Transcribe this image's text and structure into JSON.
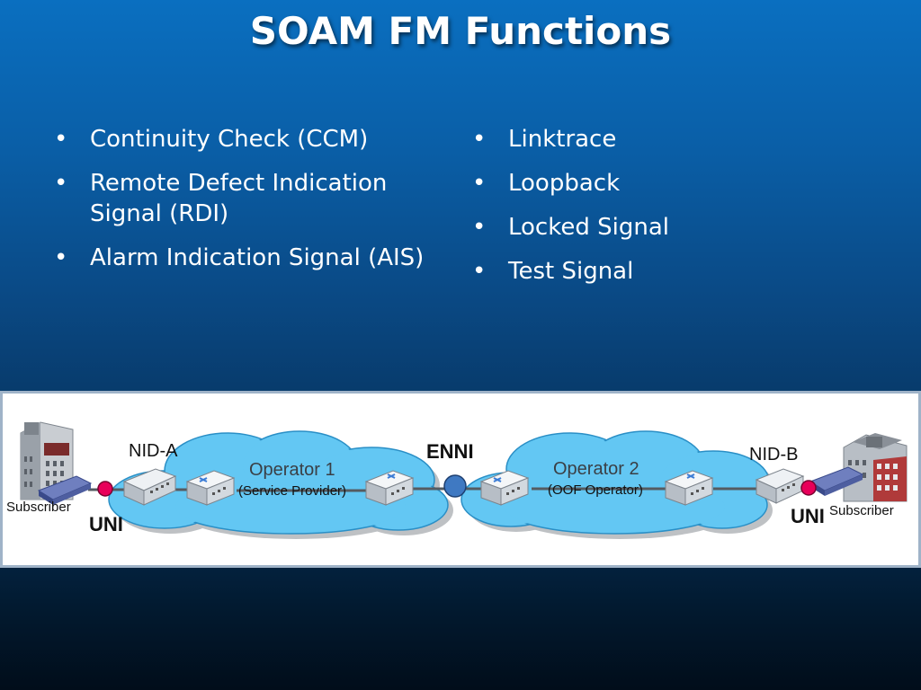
{
  "slide": {
    "title": "SOAM FM Functions",
    "left_bullets": [
      "Continuity Check (CCM)",
      "Remote Defect Indication Signal (RDI)",
      "Alarm Indication Signal (AIS)"
    ],
    "right_bullets": [
      "Linktrace",
      "Loopback",
      "Locked Signal",
      "Test Signal"
    ]
  },
  "diagram": {
    "nid_a": "NID-A",
    "nid_b": "NID-B",
    "enni": "ENNI",
    "uni_left": "UNI",
    "uni_right": "UNI",
    "subscriber_left": "Subscriber",
    "subscriber_right": "Subscriber",
    "operator1_name": "Operator 1",
    "operator1_role": "(Service Provider)",
    "operator2_name": "Operator 2",
    "operator2_role": "(OOF Operator)"
  },
  "colors": {
    "cloud": "#63c7f3",
    "uni_dot": "#e8005a",
    "enni_dot": "#3f79c2"
  }
}
